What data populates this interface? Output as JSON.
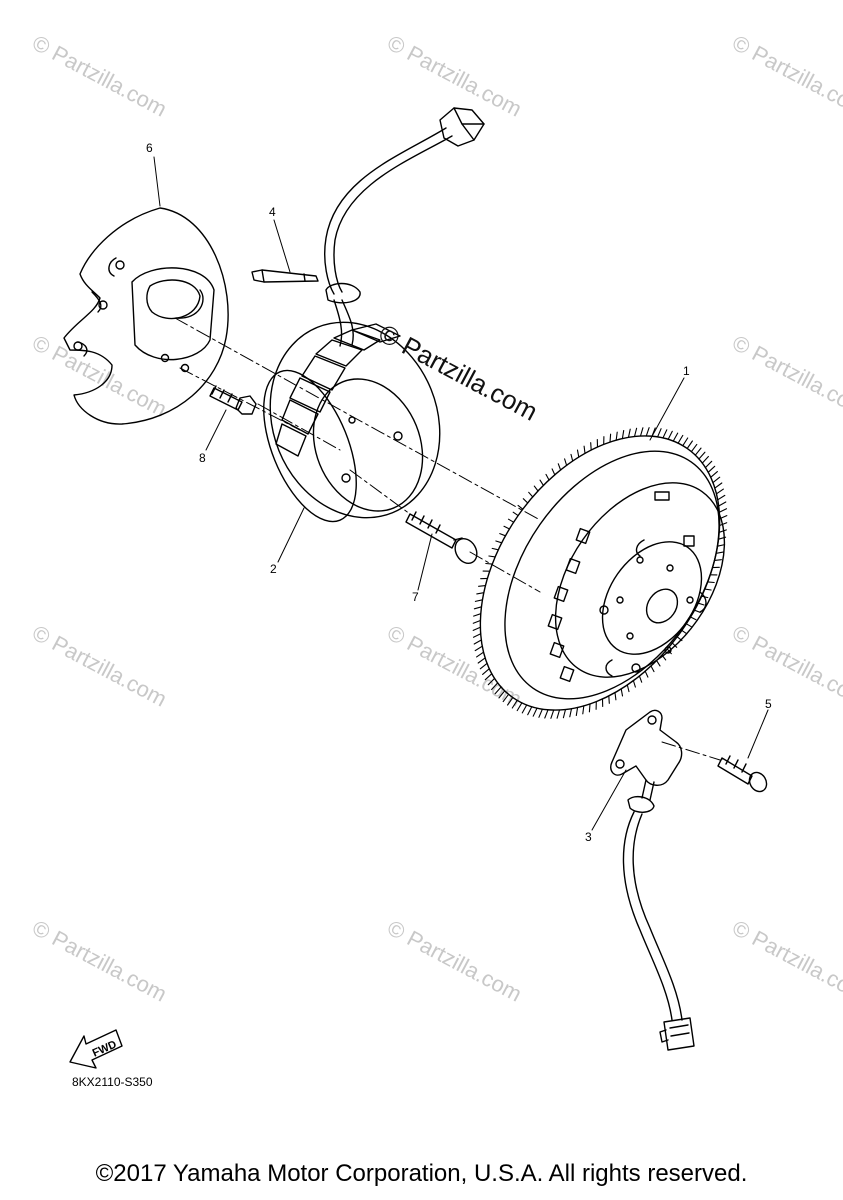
{
  "callouts": {
    "part_1": "1",
    "part_2": "2",
    "part_3": "3",
    "part_4": "4",
    "part_5": "5",
    "part_6": "6",
    "part_7": "7",
    "part_8": "8"
  },
  "watermark": {
    "repeat_text": "© Partzilla.com",
    "center_text": "© Partzilla.com"
  },
  "fwd_label": "FWD",
  "diagram_code": "8KX2110-S350",
  "copyright": "©2017 Yamaha Motor Corporation, U.S.A. All rights reserved."
}
